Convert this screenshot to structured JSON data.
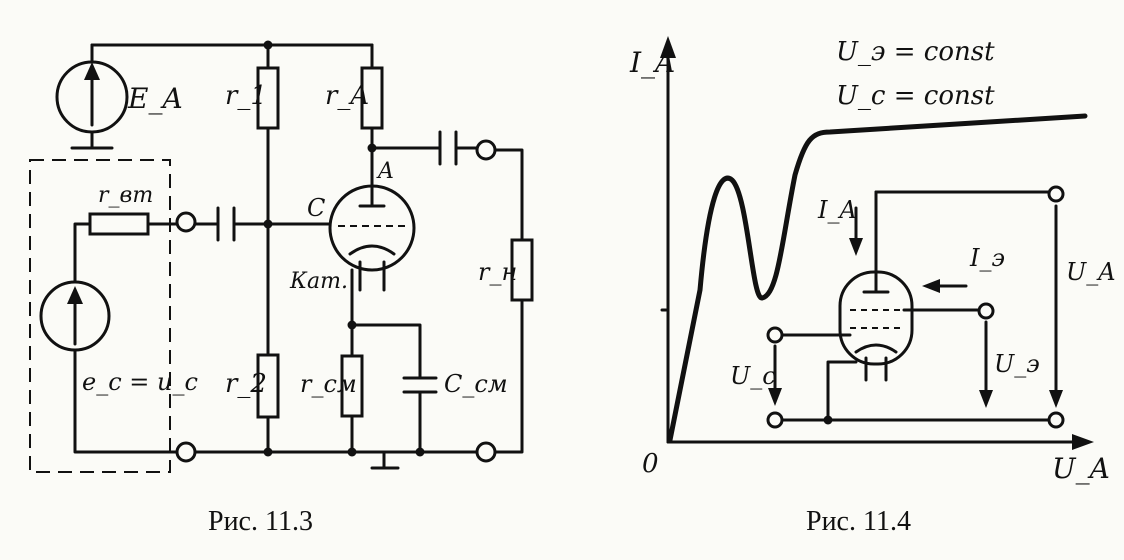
{
  "fig3": {
    "caption": "Рис. 11.3",
    "labels": {
      "source_anode": "E_A",
      "r1": "r_1",
      "r2": "r_2",
      "rA": "r_A",
      "rvt": "r_вт",
      "rn": "r_н",
      "rsm": "r_см",
      "csm": "C_см",
      "anode": "A",
      "grid": "C",
      "cathode": "Кат.",
      "emf": "e_c = u_c"
    }
  },
  "fig4": {
    "caption": "Рис. 11.4",
    "axis_y": "I_A",
    "axis_x": "U_A",
    "origin": "0",
    "cond1": "U_э = const",
    "cond2": "U_c = const",
    "ia": "I_A",
    "ie": "I_э",
    "ue": "U_э",
    "uc": "U_c",
    "ua": "U_A"
  }
}
